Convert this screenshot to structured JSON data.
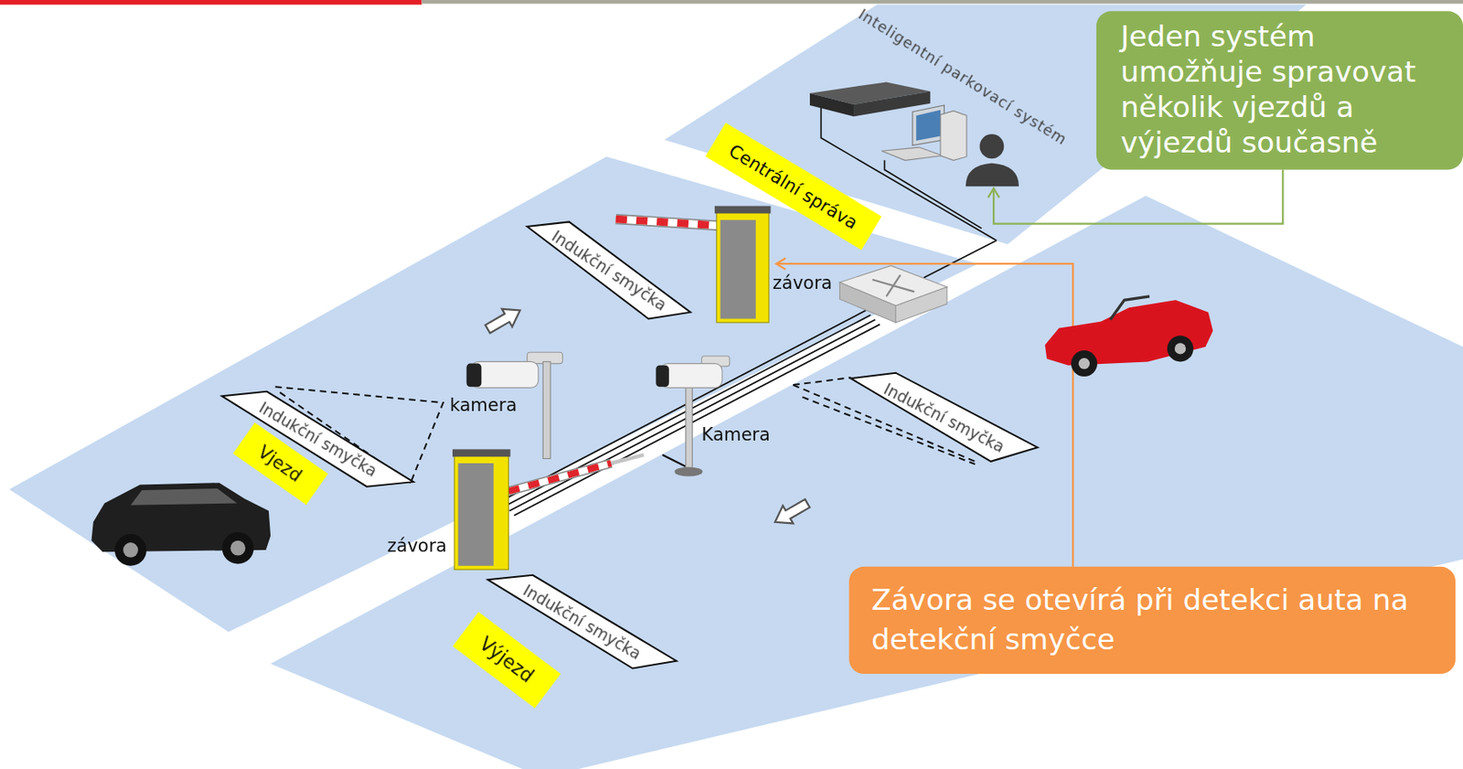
{
  "diagram": {
    "nodes": [
      {
        "text": [
          "Jeden systém umožňuje spravovat několik vjezdů a výjezdů současně"
        ]
      },
      {
        "text": [
          "Centrální správa"
        ]
      },
      {
        "text": [
          "Indukční smyčka"
        ]
      },
      {
        "text": [
          "Indukční smyčka"
        ]
      },
      {
        "text": [
          "Indukční smyčka"
        ]
      },
      {
        "text": [
          "Vjezd"
        ]
      },
      {
        "text": [
          "Závora se otevírá při detekci auta na detekční smyčce"
        ]
      },
      {
        "text": [
          "Indukční smyčka"
        ]
      },
      {
        "text": [
          "Výjezd"
        ]
      }
    ],
    "labels": [
      "Inteligentní parkovací systém",
      "závora",
      "kamera",
      "Kamera",
      "závora"
    ]
  }
}
